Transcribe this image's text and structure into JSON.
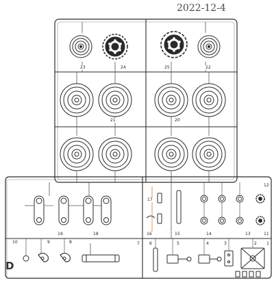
{
  "header": {
    "date": "2022-12-4"
  },
  "sprue_letter": "D",
  "part_numbers": {
    "p23": "23",
    "p24": "24",
    "p25": "25",
    "p22": "22",
    "p21": "21",
    "p20": "20",
    "p12": "12",
    "p17": "17",
    "p19": "19",
    "p18": "18",
    "p16": "16",
    "p15": "15",
    "p14": "14",
    "p13": "13",
    "p11": "11",
    "p10": "10",
    "p9": "9",
    "p8a": "8",
    "p7": "7",
    "p6": "6",
    "p5": "5",
    "p4": "4",
    "p3": "3",
    "p2": "2",
    "p1": "1"
  },
  "colors": {
    "line": "#2a2a2a",
    "runner": "#5a5a5a",
    "accent_orange": "#d27a2a",
    "accent_blue": "#3a6fb0"
  }
}
